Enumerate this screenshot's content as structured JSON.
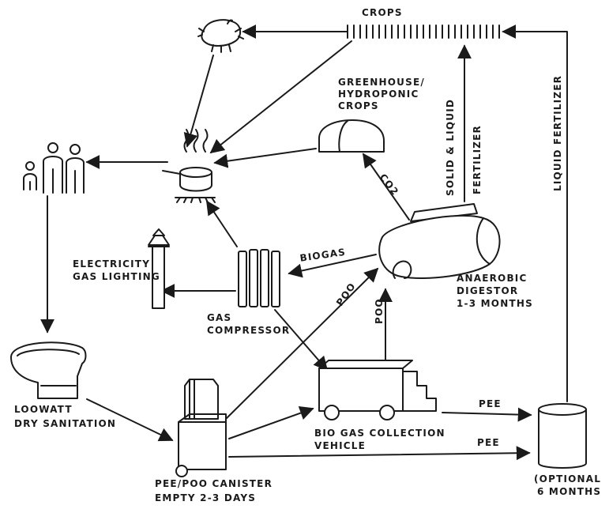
{
  "labels": {
    "crops": "CROPS",
    "greenhouse_1": "GREENHOUSE/",
    "greenhouse_2": "HYDROPONIC",
    "greenhouse_3": "CROPS",
    "solid_liquid_1": "SOLID & LIQUID",
    "solid_liquid_2": "FERTILIZER",
    "liquid_fertilizer": "LIQUID FERTILIZER",
    "co2": "CO2",
    "electricity_1": "ELECTRICITY",
    "electricity_2": "GAS LIGHTING",
    "biogas": "BIOGAS",
    "gas_compressor_1": "GAS",
    "gas_compressor_2": "COMPRESSOR",
    "digester_1": "ANAEROBIC",
    "digester_2": "DIGESTOR",
    "digester_3": "1-3 MONTHS",
    "poo_1": "POO",
    "poo_2": "POO",
    "loowatt_1": "LOOWATT",
    "loowatt_2": "DRY SANITATION",
    "vehicle_1": "BIO GAS  COLLECTION",
    "vehicle_2": "VEHICLE",
    "pee_1": "PEE",
    "pee_2": "PEE",
    "optional_1": "(OPTIONAL",
    "optional_2": "6 MONTHS",
    "canister_1": "PEE/POO CANISTER",
    "canister_2": "EMPTY  2-3 DAYS"
  }
}
